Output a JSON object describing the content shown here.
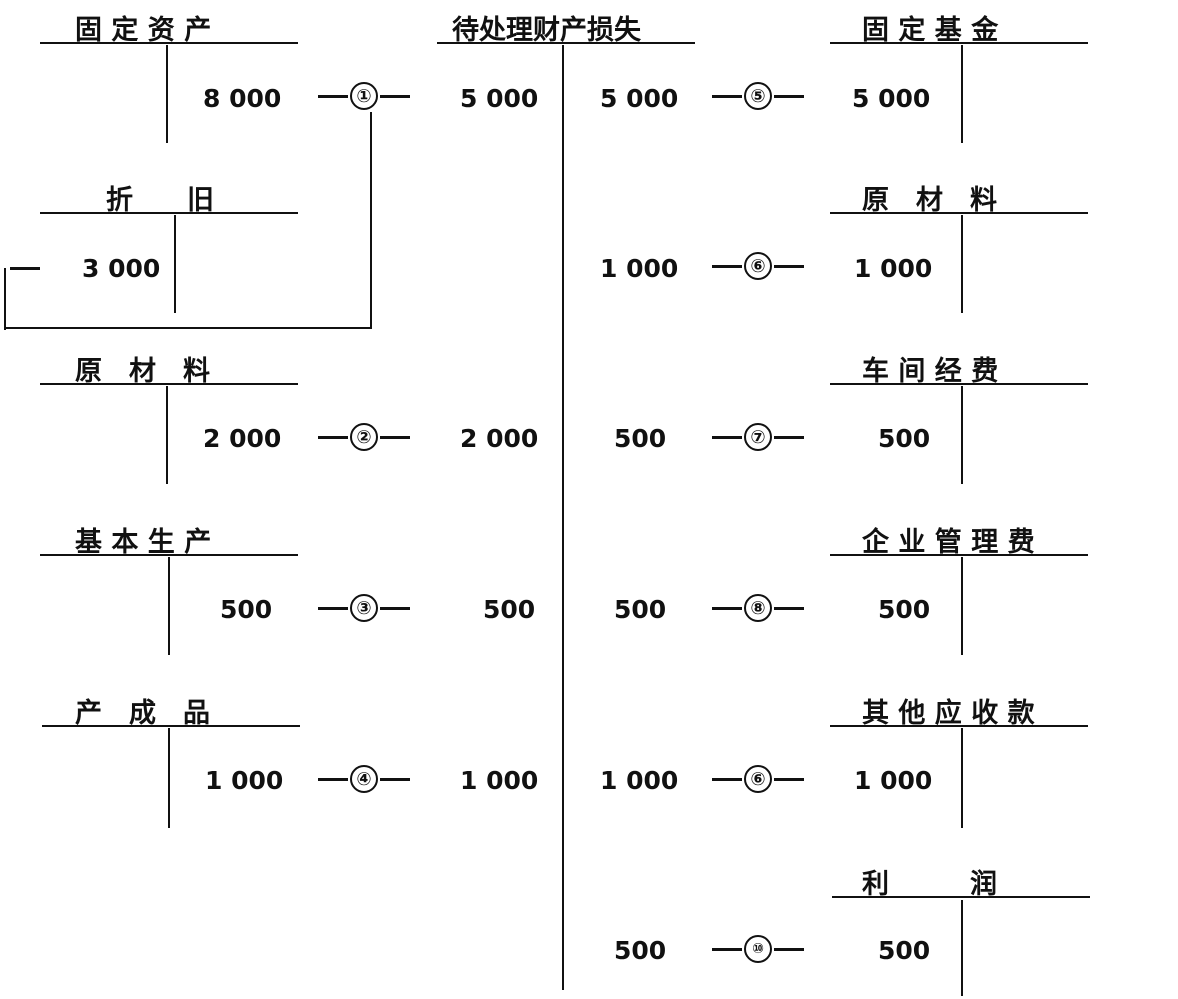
{
  "left_accounts": [
    {
      "title": "固 定 资 产",
      "credit": "8 000"
    },
    {
      "title": "折　　旧",
      "debit": "3 000"
    },
    {
      "title": "原　材　料",
      "credit": "2 000"
    },
    {
      "title": "基 本 生 产",
      "credit": "500"
    },
    {
      "title": "产　成　品",
      "credit": "1 000"
    }
  ],
  "center_account": {
    "title": "待处理财产损失",
    "debits": [
      "5 000",
      "2 000",
      "500",
      "1 000"
    ],
    "credits": [
      "5 000",
      "1 000",
      "500",
      "500",
      "1 000",
      "500"
    ]
  },
  "right_accounts": [
    {
      "title": "固 定 基 金",
      "debit": "5 000"
    },
    {
      "title": "原　材　料",
      "debit": "1 000"
    },
    {
      "title": "车 间 经 费",
      "debit": "500"
    },
    {
      "title": "企 业 管 理 费",
      "debit": "500"
    },
    {
      "title": "其 他 应 收 款",
      "debit": "1 000"
    },
    {
      "title": "利　　　润",
      "debit": "500"
    }
  ],
  "left_connectors": [
    "①",
    "②",
    "③",
    "④"
  ],
  "right_connectors": [
    "⑤",
    "⑥",
    "⑦",
    "⑧",
    "⑥",
    "⑩"
  ]
}
